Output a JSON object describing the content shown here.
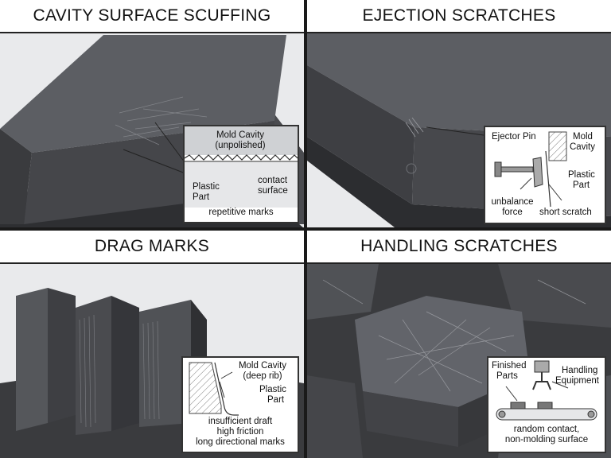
{
  "panels": [
    {
      "title": "CAVITY SURFACE SCUFFING",
      "inset": {
        "mold_cavity": "Mold Cavity",
        "unpolished": "(unpolished)",
        "contact": "contact",
        "surface": "surface",
        "plastic": "Plastic",
        "part": "Part",
        "caption": "repetitive marks"
      }
    },
    {
      "title": "EJECTION SCRATCHES",
      "inset": {
        "ejector_pin": "Ejector Pin",
        "mold": "Mold",
        "cavity": "Cavity",
        "plastic": "Plastic",
        "part": "Part",
        "unbalance": "unbalance",
        "force": "force",
        "short_scratch": "short scratch"
      }
    },
    {
      "title": "DRAG MARKS",
      "inset": {
        "mold_cavity": "Mold Cavity",
        "deep_rib": "(deep rib)",
        "plastic": "Plastic",
        "part": "Part",
        "line1": "insufficient draft",
        "line2": "high friction",
        "line3": "long directional marks"
      }
    },
    {
      "title": "HANDLING SCRATCHES",
      "inset": {
        "finished": "Finished",
        "parts": "Parts",
        "handling": "Handling",
        "equipment": "Equipment",
        "random_contact": "random contact,",
        "non_molding": "non-molding surface"
      }
    }
  ],
  "colors": {
    "part_dark": "#3c3d40",
    "part_mid": "#55575b",
    "part_light": "#6e7075",
    "frame": "#1a1a1a"
  }
}
